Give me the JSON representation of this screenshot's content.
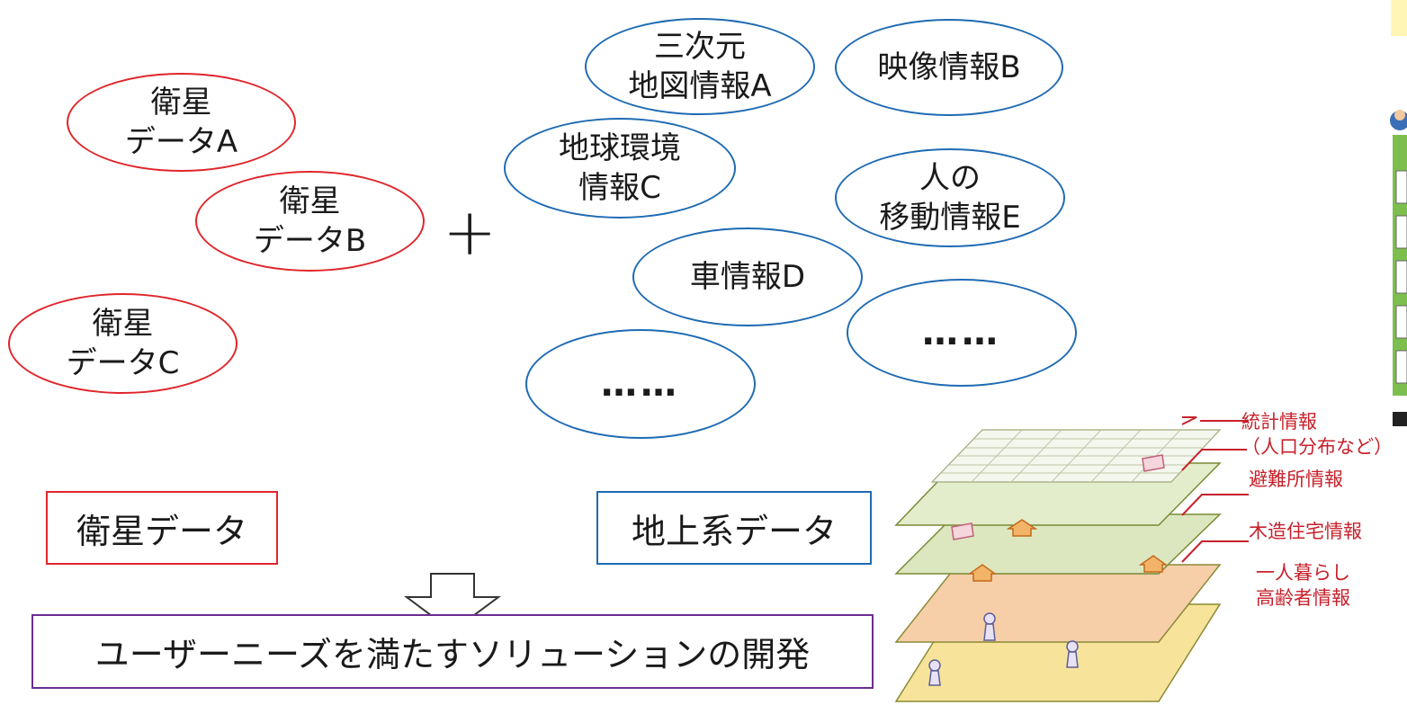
{
  "satellite": {
    "items": [
      "衛星\nデータA",
      "衛星\nデータB",
      "衛星\nデータC"
    ],
    "box_label": "衛星データ"
  },
  "plus_symbol": "+",
  "ground": {
    "items": [
      "三次元\n地図情報A",
      "映像情報B",
      "地球環境\n情報C",
      "人の\n移動情報E",
      "車情報D",
      "……",
      "……"
    ],
    "box_label": "地上系データ"
  },
  "solution_label": "ユーザーニーズを満たすソリューションの開発",
  "layers": {
    "labels": [
      "統計情報\n（人口分布など）",
      "避難所情報",
      "木造住宅情報",
      "一人暮らし\n高齢者情報"
    ]
  },
  "colors": {
    "satellite": "#e0262b",
    "ground": "#1f6bb3",
    "solution": "#6b2c91",
    "layer_label": "#c8212b"
  }
}
